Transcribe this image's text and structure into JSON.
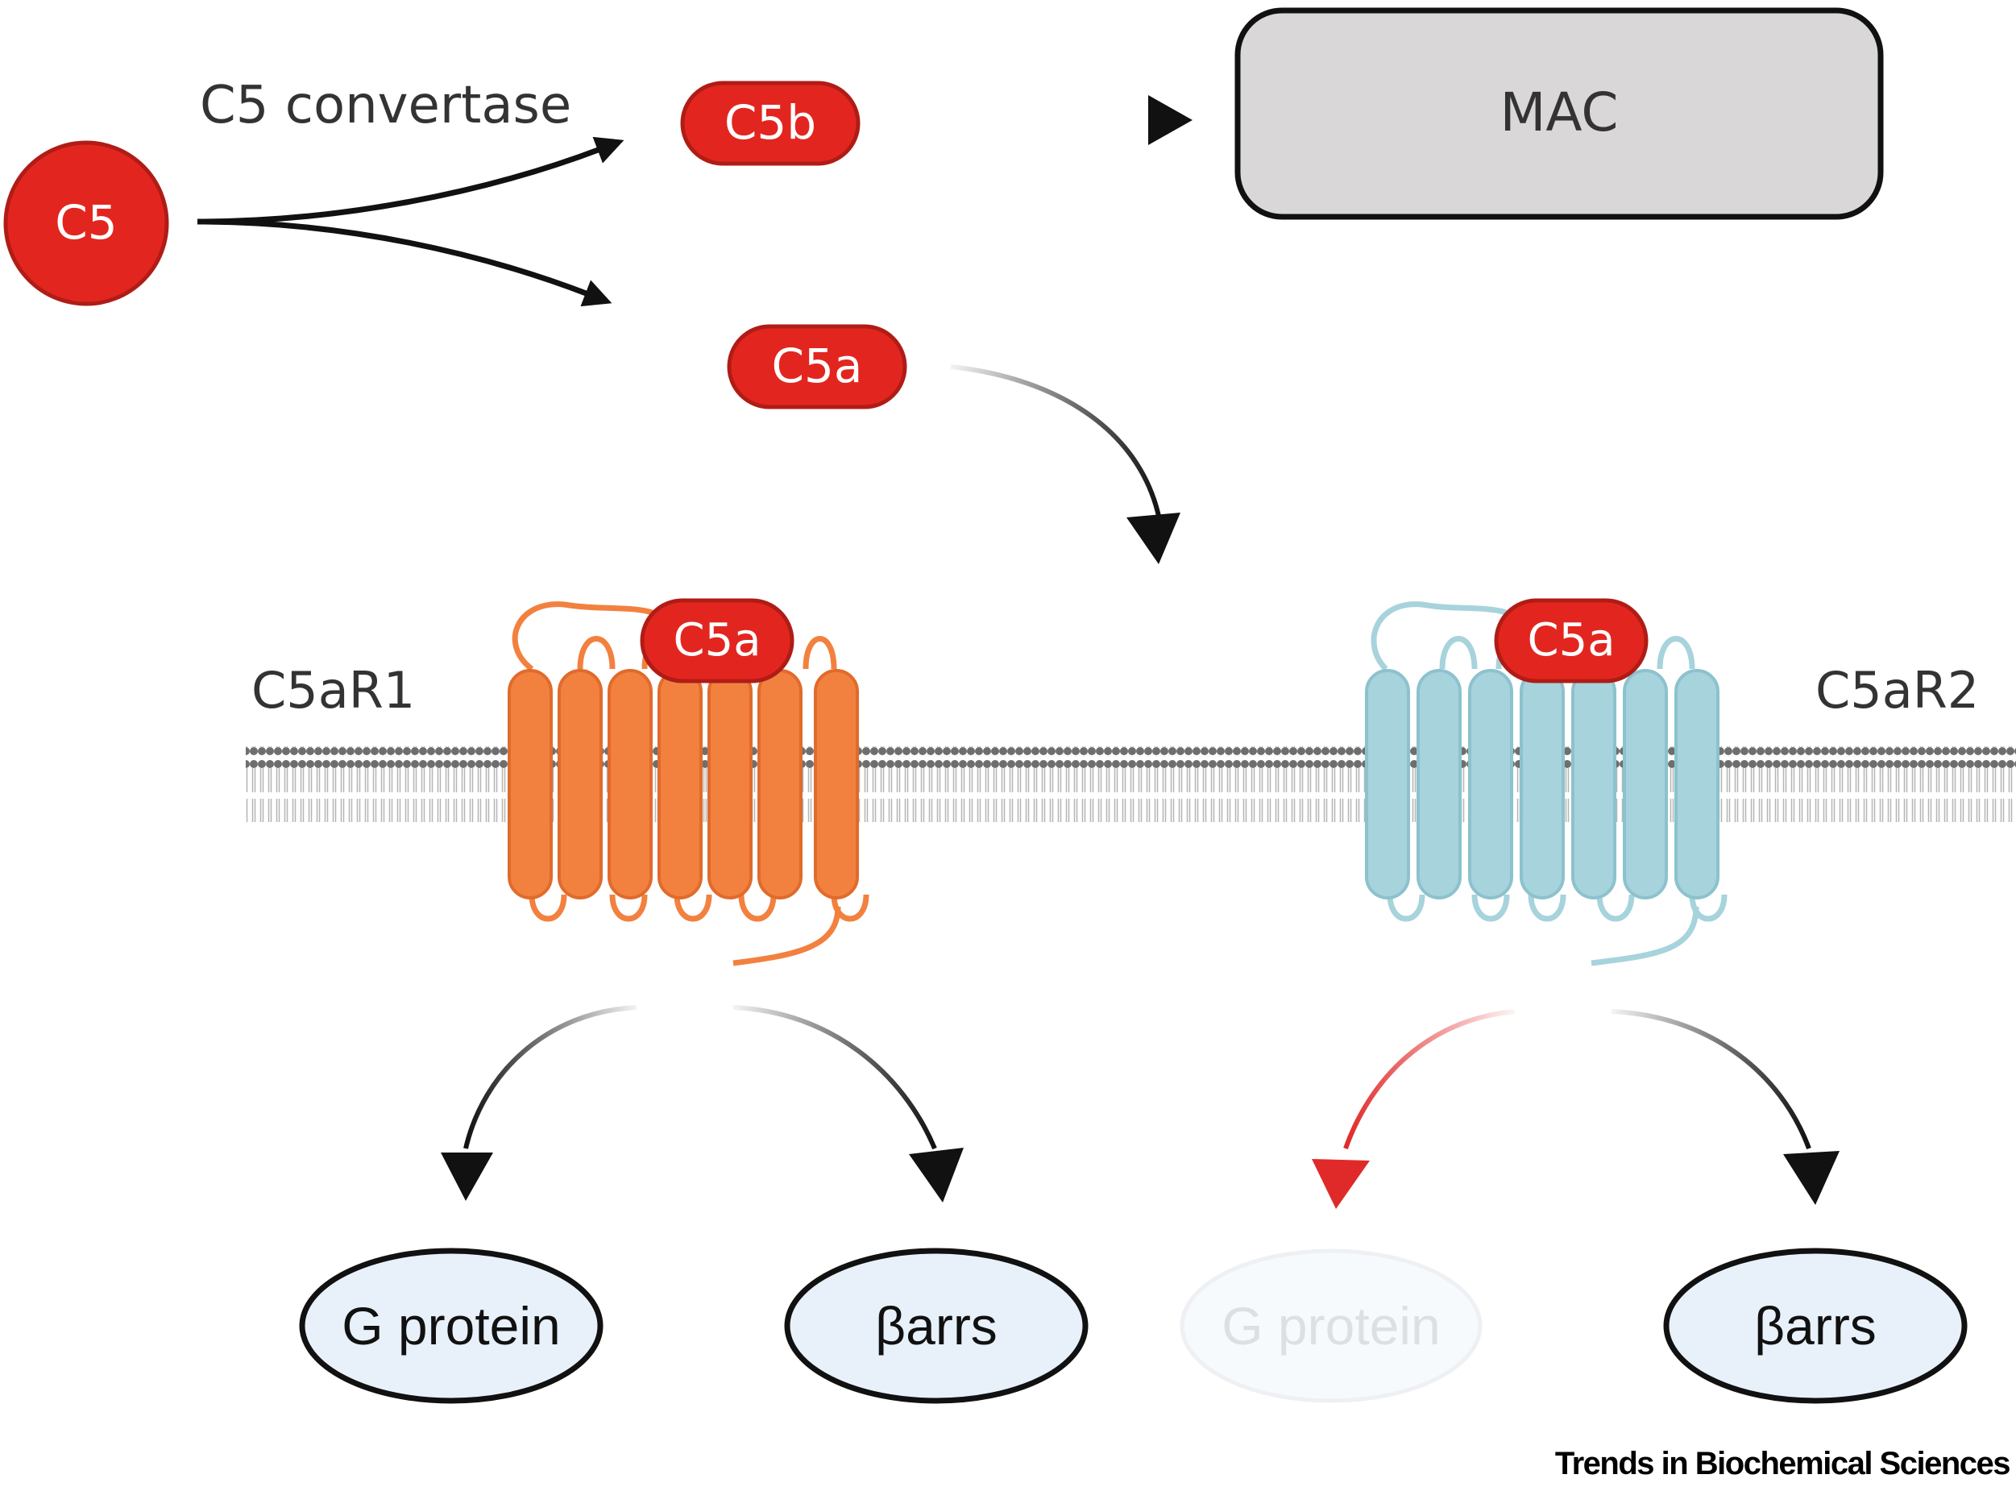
{
  "labels": {
    "c5": "C5",
    "c5_convertase": "C5 convertase",
    "c5b": "C5b",
    "mac": "MAC",
    "c5a": "C5a",
    "c5ar1": "C5aR1",
    "c5ar2": "C5aR2",
    "c5a_bound_r1": "C5a",
    "c5a_bound_r2": "C5a",
    "g_protein_r1": "G protein",
    "barrs_r1": "βarrs",
    "g_protein_r2": "G protein",
    "barrs_r2": "βarrs"
  },
  "credit": "Trends in Biochemical Sciences",
  "colors": {
    "complement_red": "#e2261f",
    "c5ar1_orange": "#f2813f",
    "c5ar2_blue": "#a7d3dc",
    "mac_gray": "#d9d7d8",
    "effector_fill": "#e8f1fa",
    "inhibited_red": "#e02a2a"
  }
}
